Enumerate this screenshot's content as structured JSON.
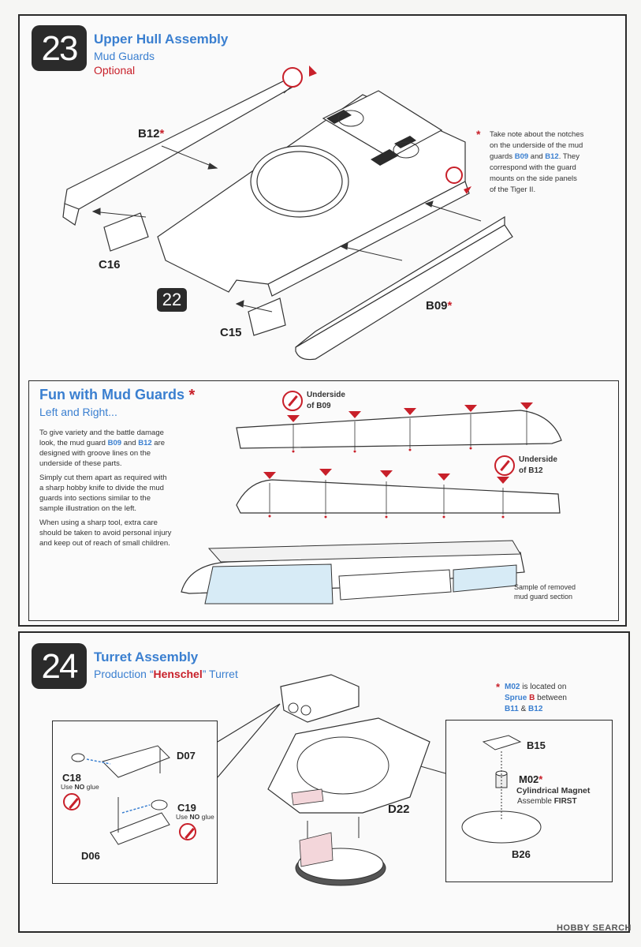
{
  "step23": {
    "number": "23",
    "title": "Upper Hull Assembly",
    "subtitle": "Mud Guards",
    "optional": "Optional",
    "parts": {
      "b12": "B12",
      "c16": "C16",
      "c15": "C15",
      "b09": "B09",
      "ref22": "22"
    },
    "note": {
      "line1": "Take note about the notches",
      "line2_pre": "on the underside of the mud",
      "line3_pre": "guards",
      "b09": "B09",
      "and": "and",
      "b12": "B12",
      "line3_post": ". They",
      "line4": "correspond with the guard",
      "line5": "mounts on the side panels",
      "line6": "of the Tiger II."
    }
  },
  "fun": {
    "title": "Fun with Mud Guards",
    "subtitle": "Left and Right...",
    "para1_a": "To give variety and the battle damage",
    "para1_b": "look, the mud guard",
    "b09": "B09",
    "and": "and",
    "b12": "B12",
    "para1_c": "are",
    "para1_d": "designed with groove lines on the",
    "para1_e": "underside of these parts.",
    "para2_a": "Simply cut them apart as required with",
    "para2_b": "a sharp hobby knife to divide the mud",
    "para2_c": "guards into sections similar to the",
    "para2_d": "sample illustration on the left.",
    "para3_a": "When using a sharp tool, extra care",
    "para3_b": "should be taken to avoid personal injury",
    "para3_c": "and keep out of reach of small children.",
    "underside": "Underside",
    "of_b09": "of B09",
    "of_b12": "of B12",
    "sample_a": "Sample of removed",
    "sample_b": "mud guard section"
  },
  "step24": {
    "number": "24",
    "title": "Turret Assembly",
    "subtitle_pre": "Production “",
    "henschel": "Henschel",
    "subtitle_post": "” Turret",
    "parts": {
      "d07": "D07",
      "c18": "C18",
      "c19": "C19",
      "d06": "D06",
      "d22": "D22",
      "b15": "B15",
      "m02": "M02",
      "b26": "B26"
    },
    "use": "Use",
    "no": "NO",
    "glue": "glue",
    "magnet_name": "Cylindrical Magnet",
    "assemble": "Assemble",
    "first": "FIRST",
    "m02_note": {
      "m02": "M02",
      "is_located": "is located on",
      "sprue": "Sprue",
      "b": "B",
      "between": "between",
      "b11": "B11",
      "amp": "&",
      "b12": "B12"
    }
  },
  "footer": "HOBBY SEARCH",
  "colors": {
    "accent_blue": "#3a7fd0",
    "accent_red": "#c8202a",
    "panel_dark": "#2b2b2b",
    "highlight_blue": "#d7ebf6"
  }
}
